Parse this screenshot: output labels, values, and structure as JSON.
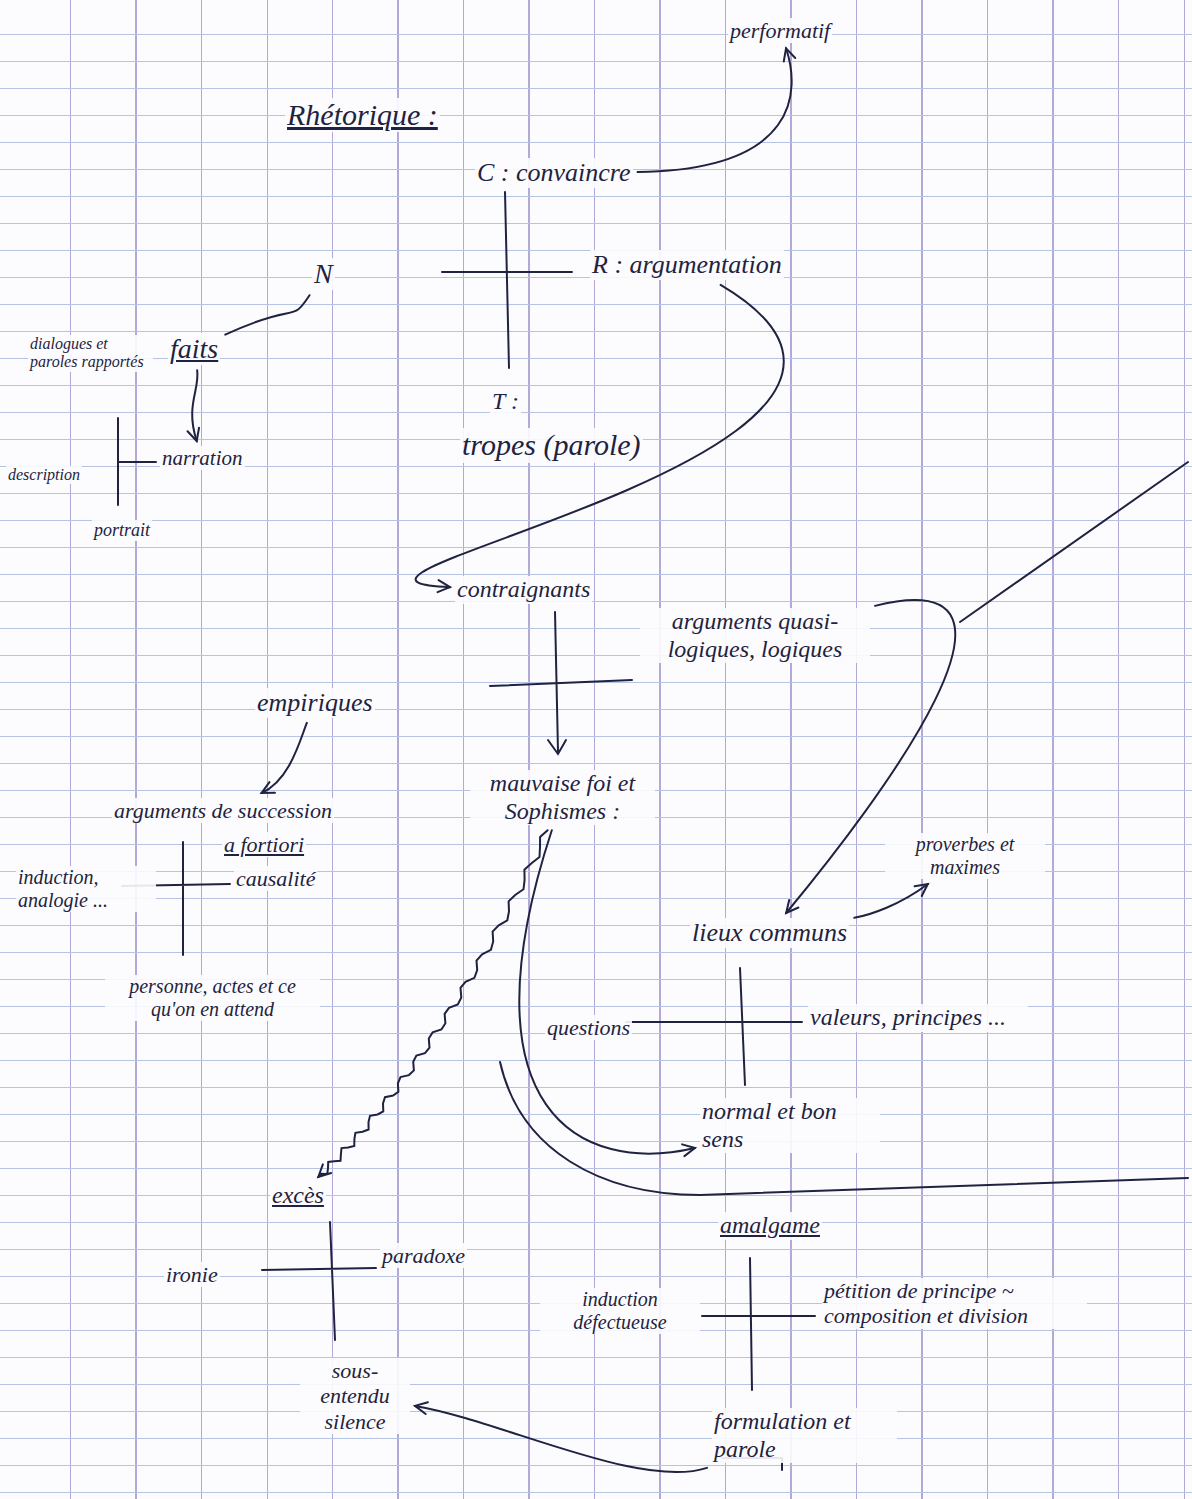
{
  "diagram": {
    "title": "Rhétorique :",
    "nodes": [
      {
        "text": [
          "performatif"
        ]
      },
      {
        "text": [
          "C : convaincre"
        ]
      },
      {
        "text": [
          "N"
        ]
      },
      {
        "text": [
          "R : argumentation"
        ]
      },
      {
        "text": [
          "T :"
        ]
      },
      {
        "text": [
          "tropes (parole)"
        ]
      },
      {
        "text": [
          "dialogues et paroles rapportés"
        ]
      },
      {
        "text": [
          "faits"
        ]
      },
      {
        "text": [
          "description"
        ]
      },
      {
        "text": [
          "narration"
        ]
      },
      {
        "text": [
          "portrait"
        ]
      },
      {
        "text": [
          "contraignants"
        ]
      },
      {
        "text": [
          "empiriques"
        ]
      },
      {
        "text": [
          "arguments quasi-logiques, logiques"
        ]
      },
      {
        "text": [
          "arguments de succession"
        ]
      },
      {
        "text": [
          "a fortiori"
        ]
      },
      {
        "text": [
          "induction, analogie ..."
        ]
      },
      {
        "text": [
          "causalité"
        ]
      },
      {
        "text": [
          "personne, actes et ce qu'on en attend"
        ]
      },
      {
        "text": [
          "mauvaise foi et Sophismes :"
        ]
      },
      {
        "text": [
          "proverbes et maximes"
        ]
      },
      {
        "text": [
          "lieux communs"
        ]
      },
      {
        "text": [
          "questions"
        ]
      },
      {
        "text": [
          "valeurs, principes ..."
        ]
      },
      {
        "text": [
          "normal et bon sens"
        ]
      },
      {
        "text": [
          "excès"
        ]
      },
      {
        "text": [
          "ironie"
        ]
      },
      {
        "text": [
          "paradoxe"
        ]
      },
      {
        "text": [
          "sous-entendu silence"
        ]
      },
      {
        "text": [
          "amalgame"
        ]
      },
      {
        "text": [
          "induction défectueuse"
        ]
      },
      {
        "text": [
          "pétition de principe ~ composition et division"
        ]
      },
      {
        "text": [
          "formulation et parole"
        ]
      }
    ],
    "edges": [
      {
        "from": 1,
        "to": 0,
        "arrow": "to"
      },
      {
        "from": 2,
        "to": 7,
        "arrow": "none"
      },
      {
        "from": 7,
        "to": 9,
        "arrow": "to"
      },
      {
        "from": 3,
        "to": 11,
        "arrow": "to"
      },
      {
        "from": 12,
        "to": 14,
        "arrow": "to"
      },
      {
        "from": 13,
        "to": 21,
        "arrow": "to"
      },
      {
        "from": 21,
        "to": 20,
        "arrow": "to"
      },
      {
        "from": 19,
        "to": 25,
        "arrow": "to"
      },
      {
        "from": 19,
        "to": 24,
        "arrow": "to"
      },
      {
        "from": 32,
        "to": 28,
        "arrow": "to"
      }
    ]
  }
}
